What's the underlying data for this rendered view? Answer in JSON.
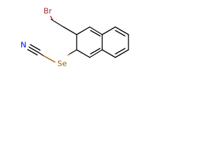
{
  "molecule": {
    "atoms": {
      "bromine": {
        "label": "Br",
        "color": "#a52a2a"
      },
      "nitrogen": {
        "label": "N",
        "color": "#0000ff"
      },
      "selenium": {
        "label": "Se",
        "color": "#a05a00"
      }
    },
    "bond_color": "#000000"
  }
}
